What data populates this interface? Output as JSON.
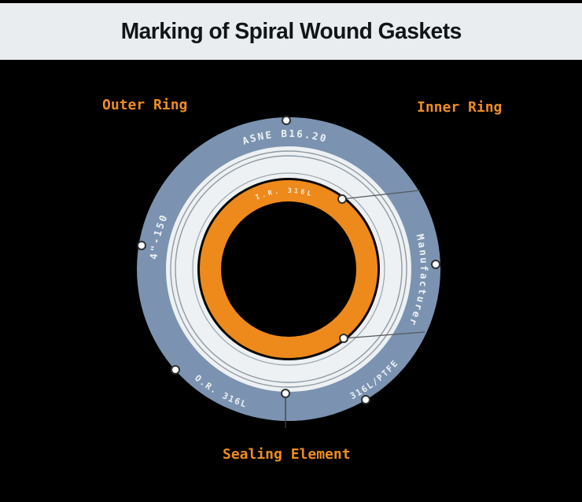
{
  "header": {
    "title": "Marking of Spiral Wound Gaskets"
  },
  "labels": {
    "outer_ring": "Outer Ring",
    "inner_ring": "Inner Ring",
    "sealing_element": "Sealing Element"
  },
  "gasket_markings": {
    "standard": "ASNE B16.20",
    "size_class": "4\"-150",
    "outer_ring_material": "O.R. 316L",
    "winding_filler_material": "316L/PTFE",
    "manufacturer": "Manufacturer",
    "inner_ring_material": "I.R. 316L"
  },
  "colors": {
    "background": "#000000",
    "header_background": "#e9edf0",
    "title_text": "#121416",
    "accent_orange": "#ee8c22",
    "outer_ring_blue": "#7b93b0",
    "sealing_element_white": "#edf1f3",
    "inner_ring_orange": "#ee8a1b",
    "ring_stamp_text": "#eef2f5"
  }
}
